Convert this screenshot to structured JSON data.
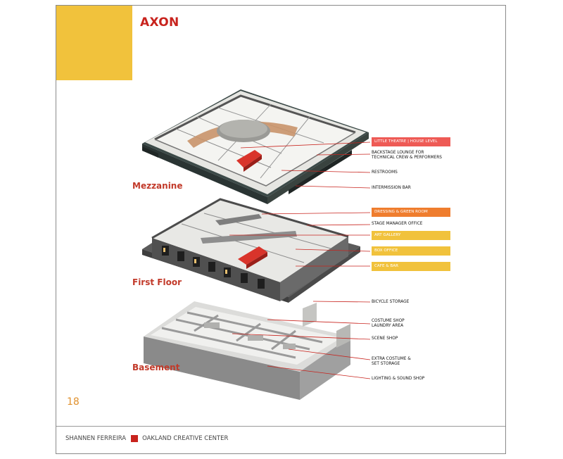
{
  "title": "AXON",
  "floors": {
    "mezzanine": "Mezzanine",
    "first_floor": "First Floor",
    "basement": "Basement"
  },
  "labels": {
    "little_theatre": "LITTLE THEATRE | HOUSE LEVEL",
    "backstage_lounge": "BACKSTAGE LOUNGE FOR\nTECHNICAL CREW & PERFORMERS",
    "restrooms": "RESTROOMS",
    "intermission_bar": "INTERMISSION BAR",
    "dressing_room": "DRESSING & GREEN ROOM",
    "stage_manager_office": "STAGE MANAGER OFFICE",
    "art_gallery": "ART GALLERY",
    "box_office": "BOX OFFICE",
    "cafe_bar": "CAFE & BAR",
    "bicycle_storage": "BICYCLE STORAGE",
    "costume_shop": "COSTUME SHOP\nLAUNDRY AREA",
    "scene_shop": "SCENE SHOP",
    "extra_costume": "EXTRA COSTUME &\nSET STORAGE",
    "lighting_sound": "LIGHTING & SOUND SHOP"
  },
  "colors": {
    "accent_red": "#c8231d",
    "yellow": "#f1c23c",
    "label_red": "#ee5a55",
    "label_orange": "#ef7d2e",
    "label_yellow": "#f1c23c"
  },
  "page_number": "18",
  "footer": {
    "author": "SHANNEN FERREIRA",
    "project": "OAKLAND CREATIVE CENTER"
  }
}
